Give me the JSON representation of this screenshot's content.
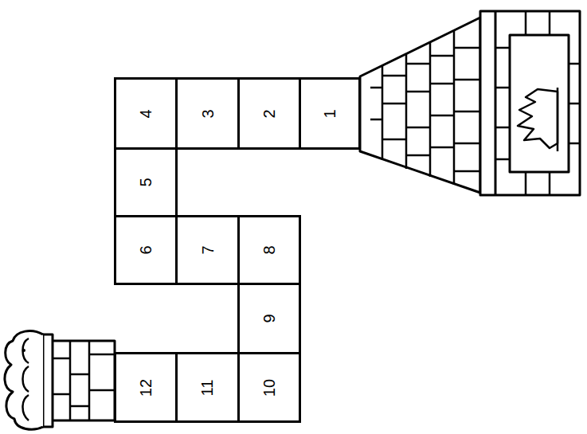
{
  "diagram": {
    "nodes": [
      {
        "text": [
          "1"
        ]
      },
      {
        "text": [
          "2"
        ]
      },
      {
        "text": [
          "3"
        ]
      },
      {
        "text": [
          "4"
        ]
      },
      {
        "text": [
          "5"
        ]
      },
      {
        "text": [
          "6"
        ]
      },
      {
        "text": [
          "7"
        ]
      },
      {
        "text": [
          "8"
        ]
      },
      {
        "text": [
          "9"
        ]
      },
      {
        "text": [
          "10"
        ]
      },
      {
        "text": [
          "11"
        ]
      },
      {
        "text": [
          "12"
        ]
      }
    ]
  }
}
